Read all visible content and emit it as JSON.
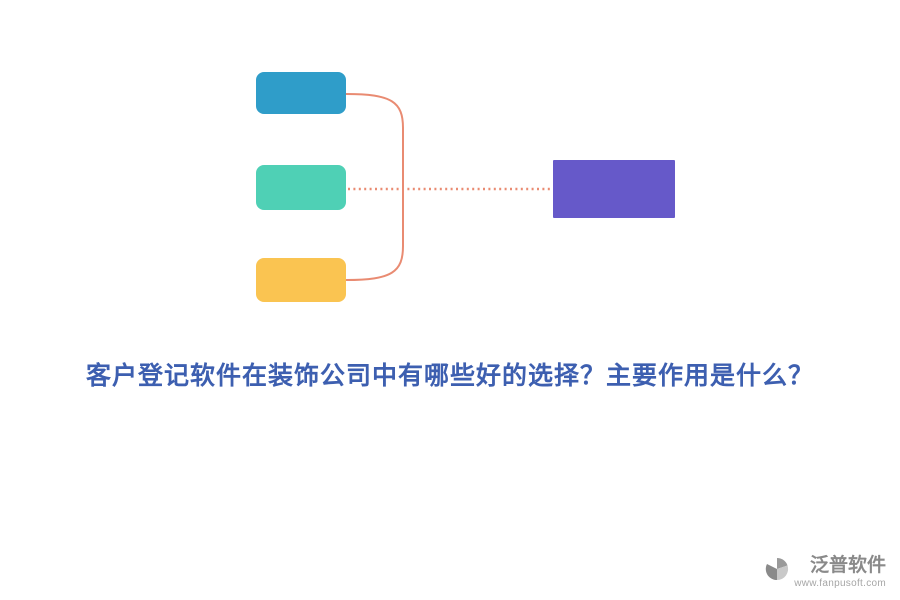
{
  "diagram": {
    "nodes": {
      "top": {
        "color": "#2F9DC9"
      },
      "middle": {
        "color": "#4FD0B5"
      },
      "bottom": {
        "color": "#FAC451"
      },
      "result": {
        "color": "#6659C9"
      }
    },
    "connector_color": "#E98B72"
  },
  "title": {
    "text": "客户登记软件在装饰公司中有哪些好的选择？主要作用是什么？",
    "color": "#3D5FB0"
  },
  "footer": {
    "brand": "泛普软件",
    "url": "www.fanpusoft.com",
    "brand_color": "#8a8a8a"
  }
}
